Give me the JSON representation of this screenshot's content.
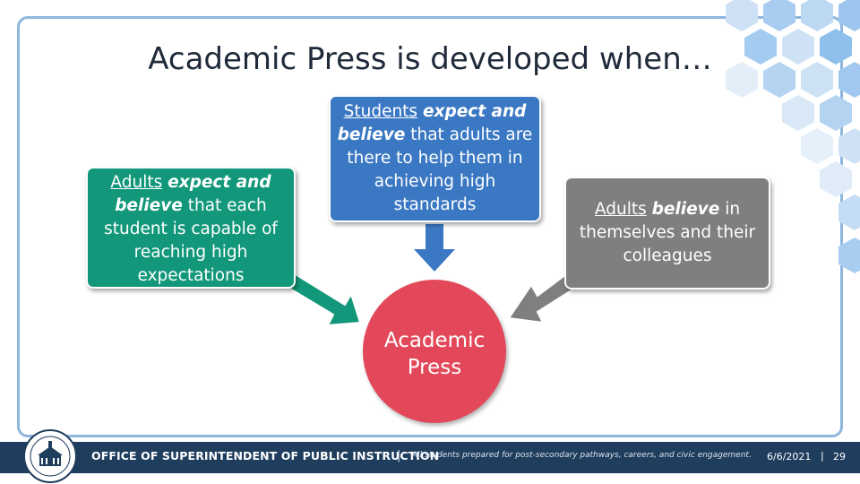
{
  "slide": {
    "title": "Academic Press is developed when…"
  },
  "boxes": {
    "green": {
      "underline": "Adults",
      "emphasis": "expect and believe",
      "rest": "that each student is capable of reaching high expectations",
      "color": "#12977a"
    },
    "blue": {
      "underline": "Students",
      "emphasis_a": "expect and",
      "emphasis_b": "believe",
      "rest": "that adults are there to help them in achieving high standards",
      "color": "#3b78c3"
    },
    "gray": {
      "underline": "Adults",
      "emphasis": "believe",
      "rest_a": "in",
      "rest_b": "themselves and their colleagues",
      "color": "#7f7f7f"
    }
  },
  "center": {
    "line1": "Academic",
    "line2": "Press",
    "color": "#e2485a"
  },
  "footer": {
    "org": "OFFICE OF SUPERINTENDENT OF PUBLIC INSTRUCTION",
    "separator": "|",
    "tagline": "All students prepared for post-secondary pathways, careers, and civic engagement.",
    "date": "6/6/2021",
    "page_separator": "|",
    "page_number": "29",
    "bar_color": "#1f3d5d"
  }
}
